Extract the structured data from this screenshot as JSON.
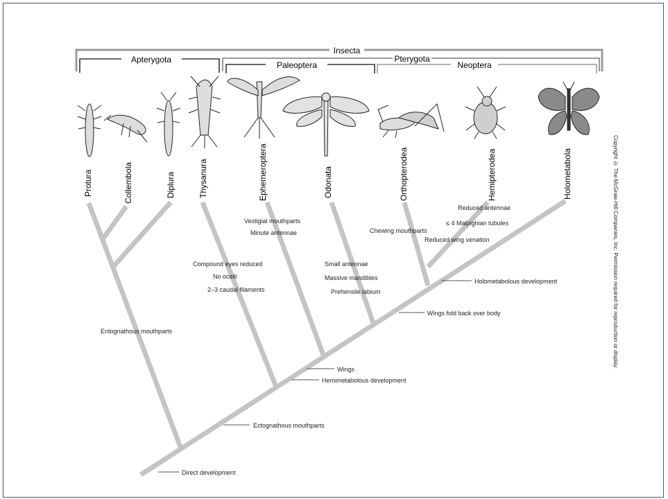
{
  "groups": {
    "insecta": "Insecta",
    "apterygota": "Apterygota",
    "pterygota": "Pterygota",
    "paleoptera": "Paleoptera",
    "neoptera": "Neoptera"
  },
  "taxa": [
    "Protura",
    "Collembola",
    "Diplura",
    "Thysanura",
    "Ephemeroptera",
    "Odonata",
    "Orthopterodea",
    "Hemipterodea",
    "Holometabola"
  ],
  "characters": {
    "direct_development": "Direct development",
    "ectognathous": "Ectognathous mouthparts",
    "entognathous": "Entognathous mouthparts",
    "wings": "Wings",
    "hemimetabolous": "Hemimetabolous development",
    "compound_eyes": "Compound eyes reduced",
    "no_ocelli": "No ocelli",
    "caudal_filaments": "2–3 caudal filaments",
    "vestigial_mouthparts": "Vestigial mouthparts",
    "minute_antennae": "Minute antennae",
    "small_antennae": "Small antennae",
    "massive_mandibles": "Massive mandibles",
    "prehensile_labium": "Prehensile labium",
    "wings_fold": "Wings fold back over body",
    "holometabolous": "Holometabolous development",
    "chewing_mouthparts": "Chewing mouthparts",
    "reduced_antennae": "Reduced antennae",
    "malpighian": "≤ 4 Malpighian tubules",
    "reduced_wing_venation": "Reduced wing venation"
  },
  "copyright": "Copyright © The McGraw-Hill Companies, Inc. Permission required for reproduction or display.",
  "colors": {
    "branch": "#c4c4c4",
    "bracket": "#999999",
    "bracket_dark": "#333333"
  }
}
